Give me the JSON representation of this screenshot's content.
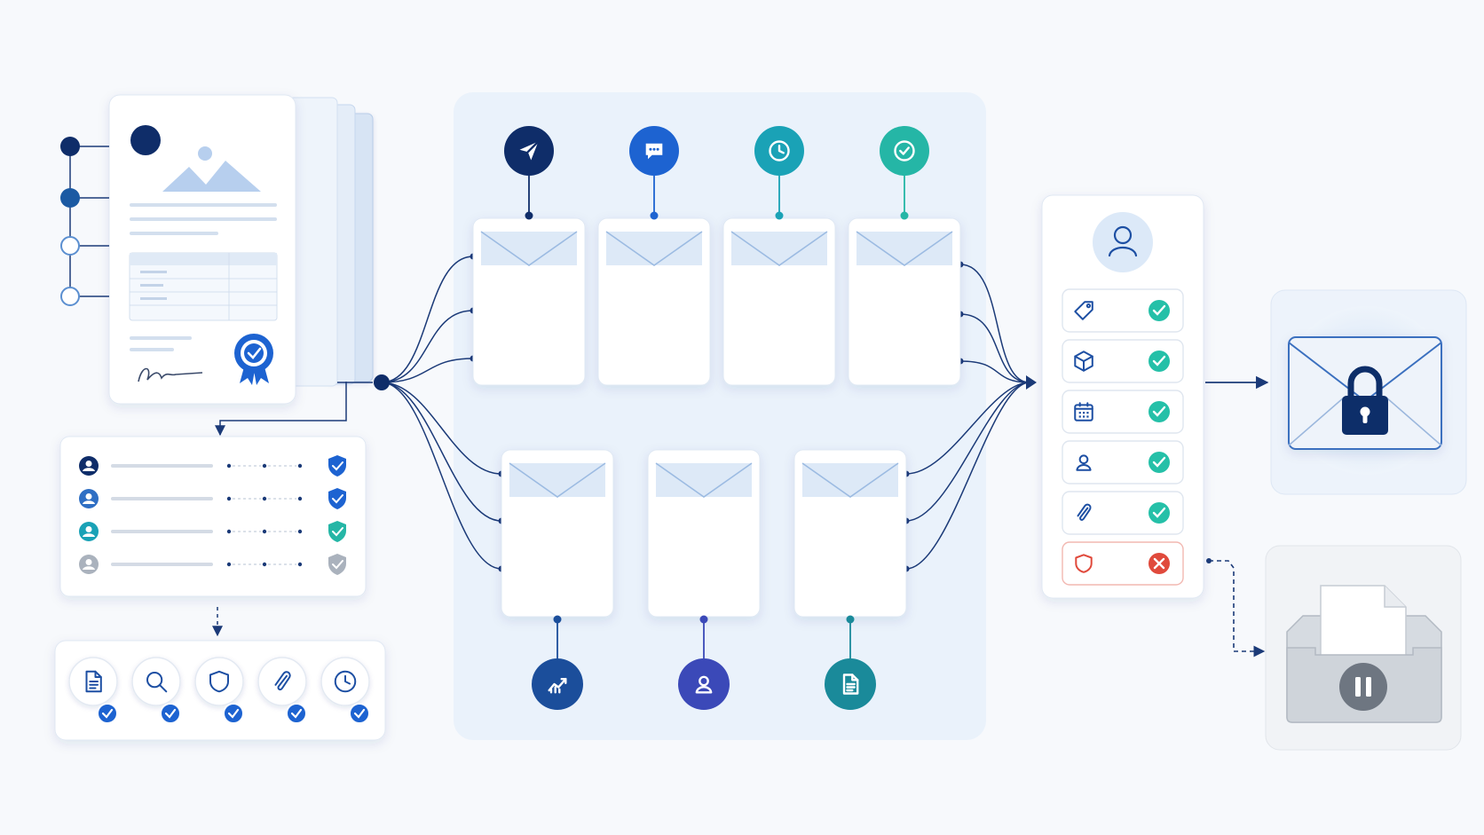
{
  "palette": {
    "background": "#f7f9fc",
    "navy": "#0f2d69",
    "blue": "#1d63d1",
    "mid_blue": "#2f6fc4",
    "light_blue": "#dbe8f7",
    "teal": "#1aa2b6",
    "teal_green": "#25b6a6",
    "indigo": "#3b49b8",
    "check_green": "#25c0a8",
    "error_red": "#e04a3c",
    "gray": "#9aa3ae",
    "connector": "#1b3a78"
  },
  "document_stack": {
    "outline_markers": [
      "filled-dark",
      "filled-blue",
      "hollow",
      "hollow"
    ],
    "seal_icon": "award-ribbon-icon",
    "signature": "signature-scribble"
  },
  "recipient_list": {
    "rows": [
      {
        "avatar_color": "#0f2d69",
        "shield_color": "#1d63d1",
        "shield_state": "verified"
      },
      {
        "avatar_color": "#2f6fc4",
        "shield_color": "#1d63d1",
        "shield_state": "verified"
      },
      {
        "avatar_color": "#1aa2b6",
        "shield_color": "#25b6a6",
        "shield_state": "verified"
      },
      {
        "avatar_color": "#aab2bd",
        "shield_color": "#aab2bd",
        "shield_state": "pending"
      }
    ]
  },
  "checks_row": {
    "items": [
      {
        "icon": "document-icon",
        "checked": true
      },
      {
        "icon": "search-icon",
        "checked": true
      },
      {
        "icon": "shield-icon",
        "checked": true
      },
      {
        "icon": "paperclip-icon",
        "checked": true
      },
      {
        "icon": "clock-icon",
        "checked": true
      }
    ]
  },
  "channels": {
    "top": [
      {
        "icon": "send-icon",
        "color": "#0f2d69"
      },
      {
        "icon": "chat-icon",
        "color": "#1d63d1"
      },
      {
        "icon": "clock-icon",
        "color": "#1aa2b6"
      },
      {
        "icon": "check-circle-icon",
        "color": "#25b6a6"
      }
    ],
    "bottom": [
      {
        "icon": "analytics-icon",
        "color": "#1b4e9b"
      },
      {
        "icon": "user-icon",
        "color": "#3b49b8"
      },
      {
        "icon": "document-icon",
        "color": "#1a8a9a"
      }
    ]
  },
  "validation_panel": {
    "header_icon": "user-icon",
    "items": [
      {
        "icon": "tag-icon",
        "status": "pass"
      },
      {
        "icon": "box-icon",
        "status": "pass"
      },
      {
        "icon": "calendar-icon",
        "status": "pass"
      },
      {
        "icon": "user-icon",
        "status": "pass"
      },
      {
        "icon": "paperclip-icon",
        "status": "pass"
      },
      {
        "icon": "shield-icon",
        "status": "fail"
      }
    ]
  },
  "outcomes": {
    "secure": {
      "icon": "locked-envelope-icon"
    },
    "held": {
      "icon": "paused-tray-icon"
    }
  }
}
